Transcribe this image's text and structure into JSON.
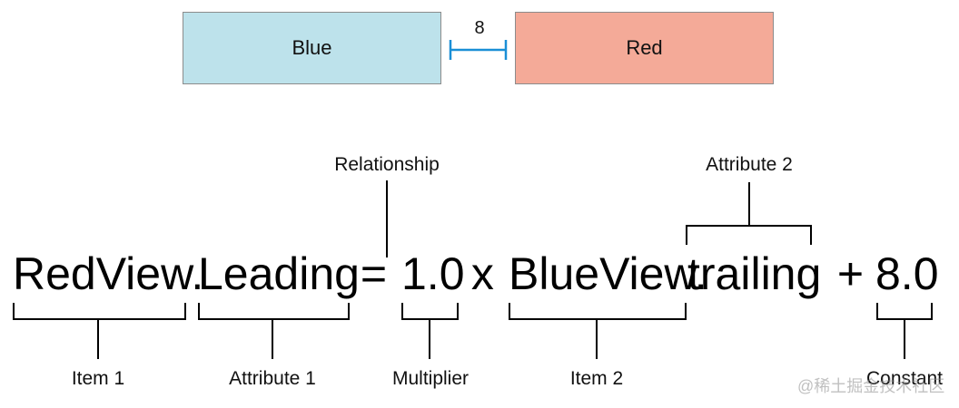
{
  "views": {
    "blue": {
      "label": "Blue",
      "fill": "#bde2eb"
    },
    "red": {
      "label": "Red",
      "fill": "#f4aa98"
    },
    "spacing": "8",
    "spacing_color": "#1a8fd6"
  },
  "equation": {
    "item1": "RedView.",
    "attr1": "Leading",
    "relation": " = ",
    "multiplier": "1.0",
    "times": " x ",
    "item2": "BlueView.",
    "attr2": "trailing",
    "plus": " + ",
    "constant": "8.0"
  },
  "labels": {
    "item1": "Item 1",
    "attribute1": "Attribute 1",
    "multiplier": "Multiplier",
    "item2": "Item 2",
    "constant": "Constant",
    "relationship": "Relationship",
    "attribute2": "Attribute 2"
  },
  "watermark": "@稀土掘金技术社区"
}
